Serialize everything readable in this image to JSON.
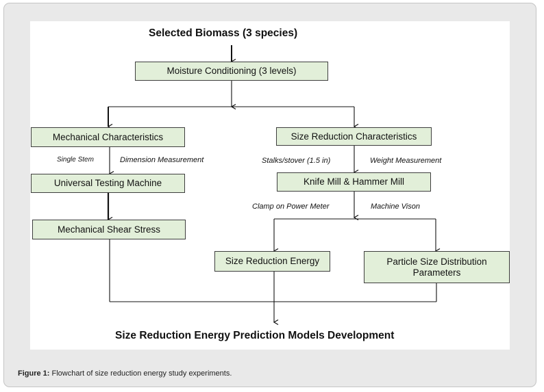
{
  "diagram": {
    "title": "Selected Biomass (3 species)",
    "moisture": "Moisture Conditioning (3 levels)",
    "mechanical": "Mechanical Characteristics",
    "size_reduction_char": "Size Reduction Characteristics",
    "note_single_stem": "Single Stem",
    "note_dimension": "Dimension Measurement",
    "note_stalks": "Stalks/stover (1.5 in)",
    "note_weight": "Weight Measurement",
    "utm": "Universal Testing Machine",
    "mills": "Knife Mill & Hammer Mill",
    "note_clamp": "Clamp on Power Meter",
    "note_vision": "Machine Vison",
    "shear": "Mechanical Shear Stress",
    "energy": "Size Reduction Energy",
    "psd": "Particle Size Distribution Parameters",
    "footer": "Size Reduction Energy Prediction Models Development"
  },
  "caption": {
    "label": "Figure 1:",
    "text": " Flowchart of size reduction energy study experiments."
  },
  "colors": {
    "box_fill": "#e2efd9",
    "box_border": "#3d3d3d",
    "frame_bg": "#e9e9e9"
  }
}
